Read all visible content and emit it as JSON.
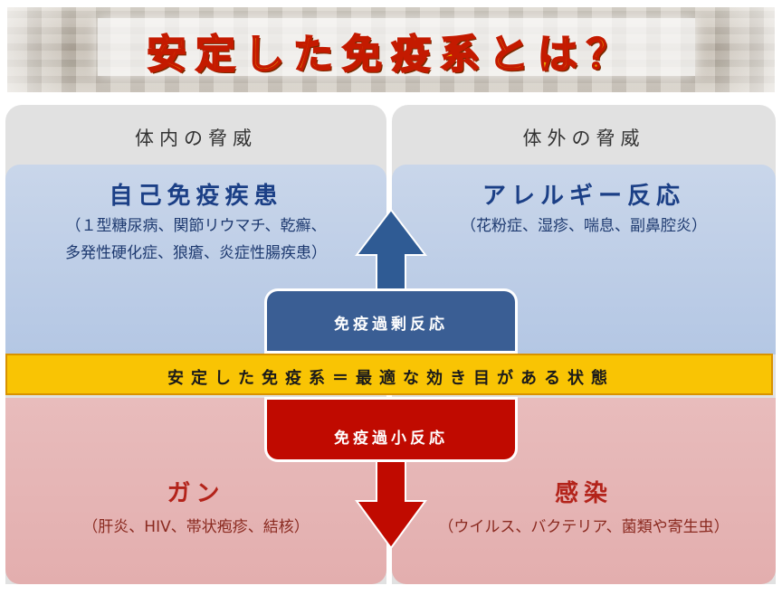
{
  "header": {
    "title": "安定した免疫系とは？"
  },
  "threats": {
    "internal": "体内の脅威",
    "external": "体外の脅威"
  },
  "quadrants": {
    "top_left": {
      "title": "自己免疫疾患",
      "detail_lines": [
        "（１型糖尿病、関節リウマチ、乾癬、",
        "多発性硬化症、狼瘡、炎症性腸疾患）"
      ]
    },
    "top_right": {
      "title": "アレルギー反応",
      "detail_lines": [
        "（花粉症、湿疹、喘息、副鼻腔炎）"
      ]
    },
    "bottom_left": {
      "title": "ガン",
      "detail_lines": [
        "（肝炎、HIV、帯状疱疹、結核）"
      ]
    },
    "bottom_right": {
      "title": "感染",
      "detail_lines": [
        "（ウイルス、バクテリア、菌類や寄生虫）"
      ]
    }
  },
  "center": {
    "overreaction": "免疫過剰反応",
    "stable": "安定した免疫系＝最適な効き目がある状態",
    "underreaction": "免疫過小反応"
  },
  "colors": {
    "title_fill": "#e8b400",
    "title_outline": "#c41a00",
    "over_box": "#3a5e94",
    "under_box": "#c00a00",
    "stable_bar": "#f9c404",
    "arrow_up": "#2f5b94",
    "arrow_down": "#c00a00"
  }
}
